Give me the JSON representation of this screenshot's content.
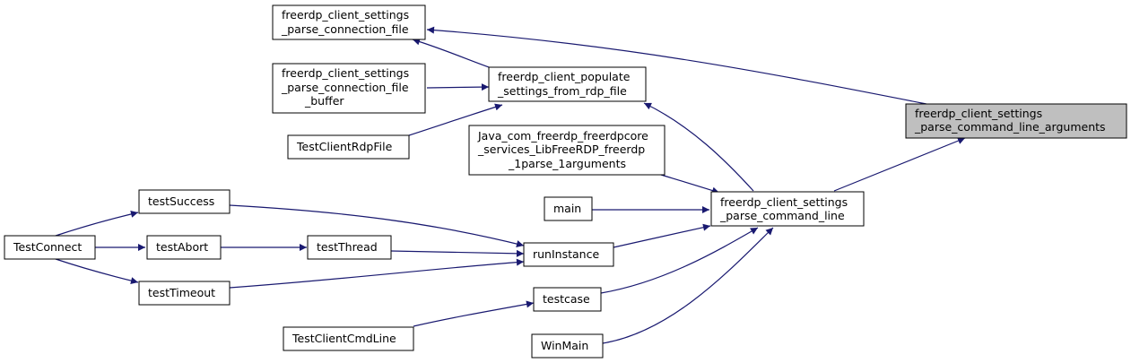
{
  "graph": {
    "nodes": {
      "root": {
        "lines": [
          "freerdp_client_settings",
          "_parse_command_line_arguments"
        ]
      },
      "parse_connection_file": {
        "lines": [
          "freerdp_client_settings",
          "_parse_connection_file"
        ]
      },
      "parse_connection_file_buffer": {
        "lines": [
          "freerdp_client_settings",
          "_parse_connection_file",
          "_buffer"
        ]
      },
      "test_client_rdp_file": {
        "lines": [
          "TestClientRdpFile"
        ]
      },
      "populate_settings": {
        "lines": [
          "freerdp_client_populate",
          "_settings_from_rdp_file"
        ]
      },
      "java_parse_arguments": {
        "lines": [
          "Java_com_freerdp_freerdpcore",
          "_services_LibFreeRDP_freerdp",
          "_1parse_1arguments"
        ]
      },
      "main": {
        "lines": [
          "main"
        ]
      },
      "parse_command_line": {
        "lines": [
          "freerdp_client_settings",
          "_parse_command_line"
        ]
      },
      "test_connect": {
        "lines": [
          "TestConnect"
        ]
      },
      "test_success": {
        "lines": [
          "testSuccess"
        ]
      },
      "test_abort": {
        "lines": [
          "testAbort"
        ]
      },
      "test_timeout": {
        "lines": [
          "testTimeout"
        ]
      },
      "test_thread": {
        "lines": [
          "testThread"
        ]
      },
      "run_instance": {
        "lines": [
          "runInstance"
        ]
      },
      "testcase": {
        "lines": [
          "testcase"
        ]
      },
      "test_client_cmd_line": {
        "lines": [
          "TestClientCmdLine"
        ]
      },
      "win_main": {
        "lines": [
          "WinMain"
        ]
      }
    },
    "colors": {
      "edge": "#191970",
      "root_fill": "#bfbfbf",
      "node_fill": "#ffffff",
      "node_border": "#000000"
    }
  }
}
